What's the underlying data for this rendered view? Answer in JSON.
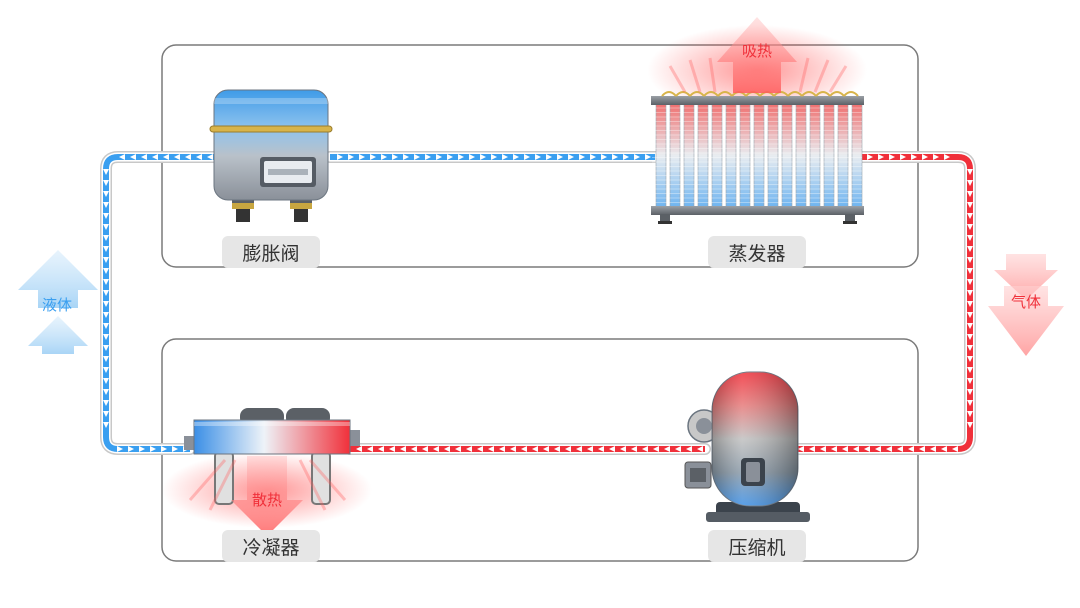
{
  "components": {
    "expansion_valve": "膨胀阀",
    "evaporator": "蒸发器",
    "condenser": "冷凝器",
    "compressor": "压缩机"
  },
  "flow_labels": {
    "liquid": "液体",
    "gas": "气体",
    "absorb_heat": "吸热",
    "release_heat": "散热"
  },
  "colors": {
    "cold_pipe": "#3a9ff0",
    "hot_pipe": "#f0303a",
    "panel_border": "#7a7a7a",
    "label_bg": "#e6e6e6"
  }
}
